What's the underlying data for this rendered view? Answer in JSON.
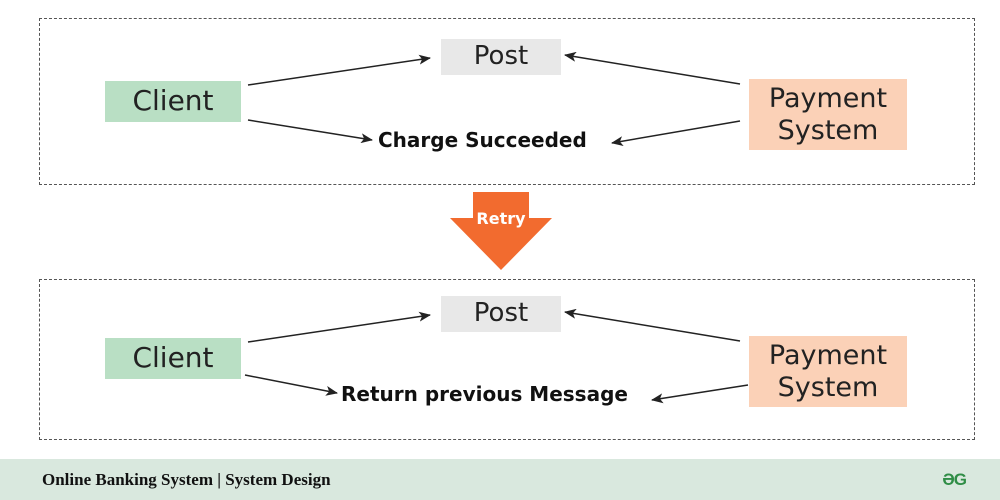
{
  "colors": {
    "client_fill": "#b9dfc4",
    "post_fill": "#e8e8e8",
    "payment_fill": "#fbd1b7",
    "retry_fill": "#f26b2f",
    "footer_fill": "#d9e8de",
    "logo_color": "#2f8d46",
    "arrow_color": "#222222",
    "dash_color": "#555555"
  },
  "top_panel": {
    "client": "Client",
    "post": "Post",
    "payment_line1": "Payment",
    "payment_line2": "System",
    "message": "Charge Succeeded"
  },
  "retry": {
    "label": "Retry"
  },
  "bottom_panel": {
    "client": "Client",
    "post": "Post",
    "payment_line1": "Payment",
    "payment_line2": "System",
    "message": "Return previous Message"
  },
  "footer": {
    "title": "Online Banking System | System Design",
    "logo": "ƏG",
    "logo_icon": "geeksforgeeks-logo-icon"
  }
}
